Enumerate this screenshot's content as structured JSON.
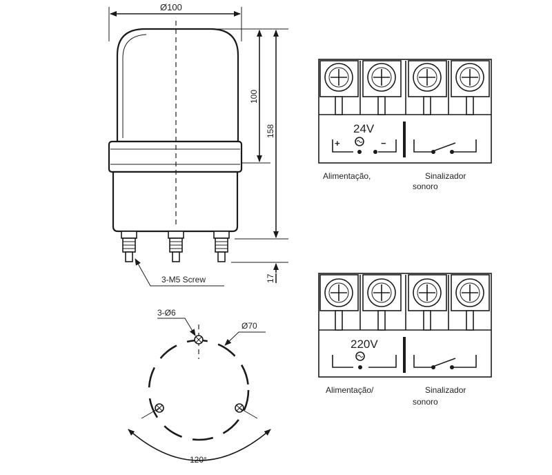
{
  "dimensions": {
    "diameter_top": "Ø100",
    "height_dome": "100",
    "height_total": "158",
    "height_screw": "17",
    "screw_label": "3-M5 Screw",
    "hole_label": "3-Ø6",
    "circle_diameter": "Ø70",
    "angle": "120°"
  },
  "panel_24v": {
    "voltage": "24V",
    "plus": "+",
    "minus": "−",
    "left_caption": "Alimentação,",
    "right_caption_1": "Sinalizador",
    "right_caption_2": "sonoro"
  },
  "panel_220v": {
    "voltage": "220V",
    "left_caption": "Alimentação/",
    "right_caption_1": "Sinalizador",
    "right_caption_2": "sonoro"
  },
  "icons": {
    "terminal_screw": "terminal-screw-icon",
    "ac_symbol": "ac-tilde-icon"
  }
}
